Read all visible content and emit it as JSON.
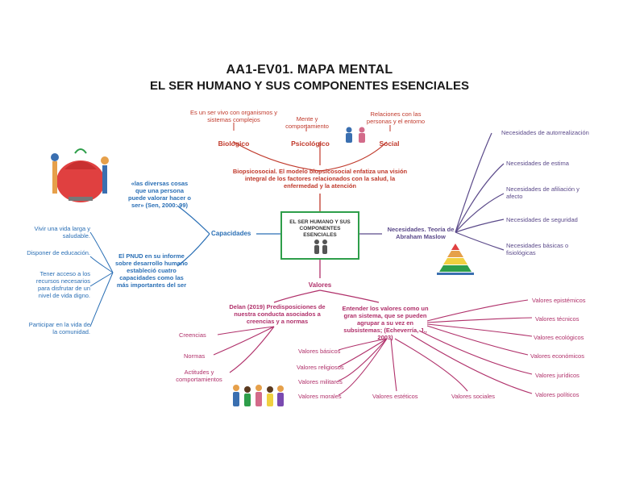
{
  "title": {
    "line1": "AA1-EV01. MAPA MENTAL",
    "line2": "EL SER HUMANO Y SUS COMPONENTES ESENCIALES"
  },
  "center": {
    "label": "EL SER HUMANO Y SUS COMPONENTES ESENCIALES"
  },
  "biopsicosocial": {
    "biologico": "Biológico",
    "biologico_desc": "Es un ser vivo con organismos y sistemas complejos",
    "psicologico": "Psicológico",
    "psicologico_desc": "Mente y comportamiento",
    "social": "Social",
    "social_desc": "Relaciones con las personas y el entorno",
    "summary": "Biopsicosocial. El modelo biopsicosocial enfatiza una visión integral de los factores relacionados con la salud, la enfermedad y la atención"
  },
  "capacidades": {
    "label": "Capacidades",
    "def": "«las diversas cosas que una persona puede valorar hacer o ser» (Sen, 2000: 99)",
    "pnud": "El PNUD en su informe sobre desarrollo humano estableció cuatro capacidades como las más importantes del ser",
    "items": [
      "Vivir una vida larga y saludable.",
      "Disponer de educación.",
      "Tener acceso a los recursos necesarios para disfrutar de un nivel de vida digno.",
      "Participar en la vida de la comunidad."
    ]
  },
  "necesidades": {
    "label": "Necesidades. Teoría de Abraham Maslow",
    "items": [
      "Necesidades de autorrealización",
      "Necesidades de estima",
      "Necesidades de afiliación y afecto",
      "Necesidades de seguridad",
      "Necesidades básicas o fisiológicas"
    ]
  },
  "valores": {
    "label": "Valores",
    "delan": "Delan (2019) Predisposiciones de nuestra conducta asociados a creencias y a normas",
    "delan_items": [
      "Creencias",
      "Normas",
      "Actitudes y comportamientos"
    ],
    "sistema": "Entender los valores como un gran sistema, que se pueden agrupar a su vez en subsistemas; (Echeverría, J., 2003)",
    "left_items": [
      "Valores básicos",
      "Valores religiosos",
      "Valores militares",
      "Valores morales",
      "Valores estéticos",
      "Valores sociales"
    ],
    "right_items": [
      "Valores epistémicos",
      "Valores técnicos",
      "Valores ecológicos",
      "Valores económicos",
      "Valores jurídicos",
      "Valores políticos"
    ]
  },
  "colors": {
    "red": "#c0392b",
    "blue": "#2a6fb5",
    "purple": "#5b4a8a",
    "magenta": "#b0306a",
    "green_border": "#2e9e4a"
  }
}
